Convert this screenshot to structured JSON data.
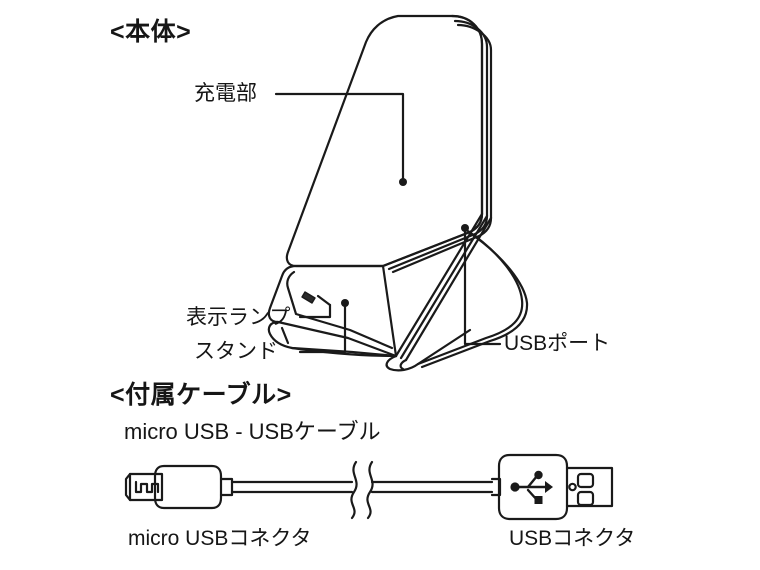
{
  "document": {
    "type": "product-illustration",
    "language": "ja",
    "background_color": "#ffffff",
    "line_color": "#1a1a1a"
  },
  "sections": {
    "main_unit": {
      "heading": "<本体>",
      "callouts": [
        {
          "id": "charging-area",
          "label": "充電部"
        },
        {
          "id": "indicator-lamp",
          "label": "表示ランプ"
        },
        {
          "id": "stand",
          "label": "スタンド"
        },
        {
          "id": "usb-port",
          "label": "USBポート"
        }
      ]
    },
    "included_cable": {
      "heading": "<付属ケーブル>",
      "caption": "micro USB - USBケーブル",
      "connectors": [
        {
          "id": "micro-usb-connector",
          "label": "micro USBコネクタ"
        },
        {
          "id": "usb-connector",
          "label": "USBコネクタ"
        }
      ]
    }
  }
}
